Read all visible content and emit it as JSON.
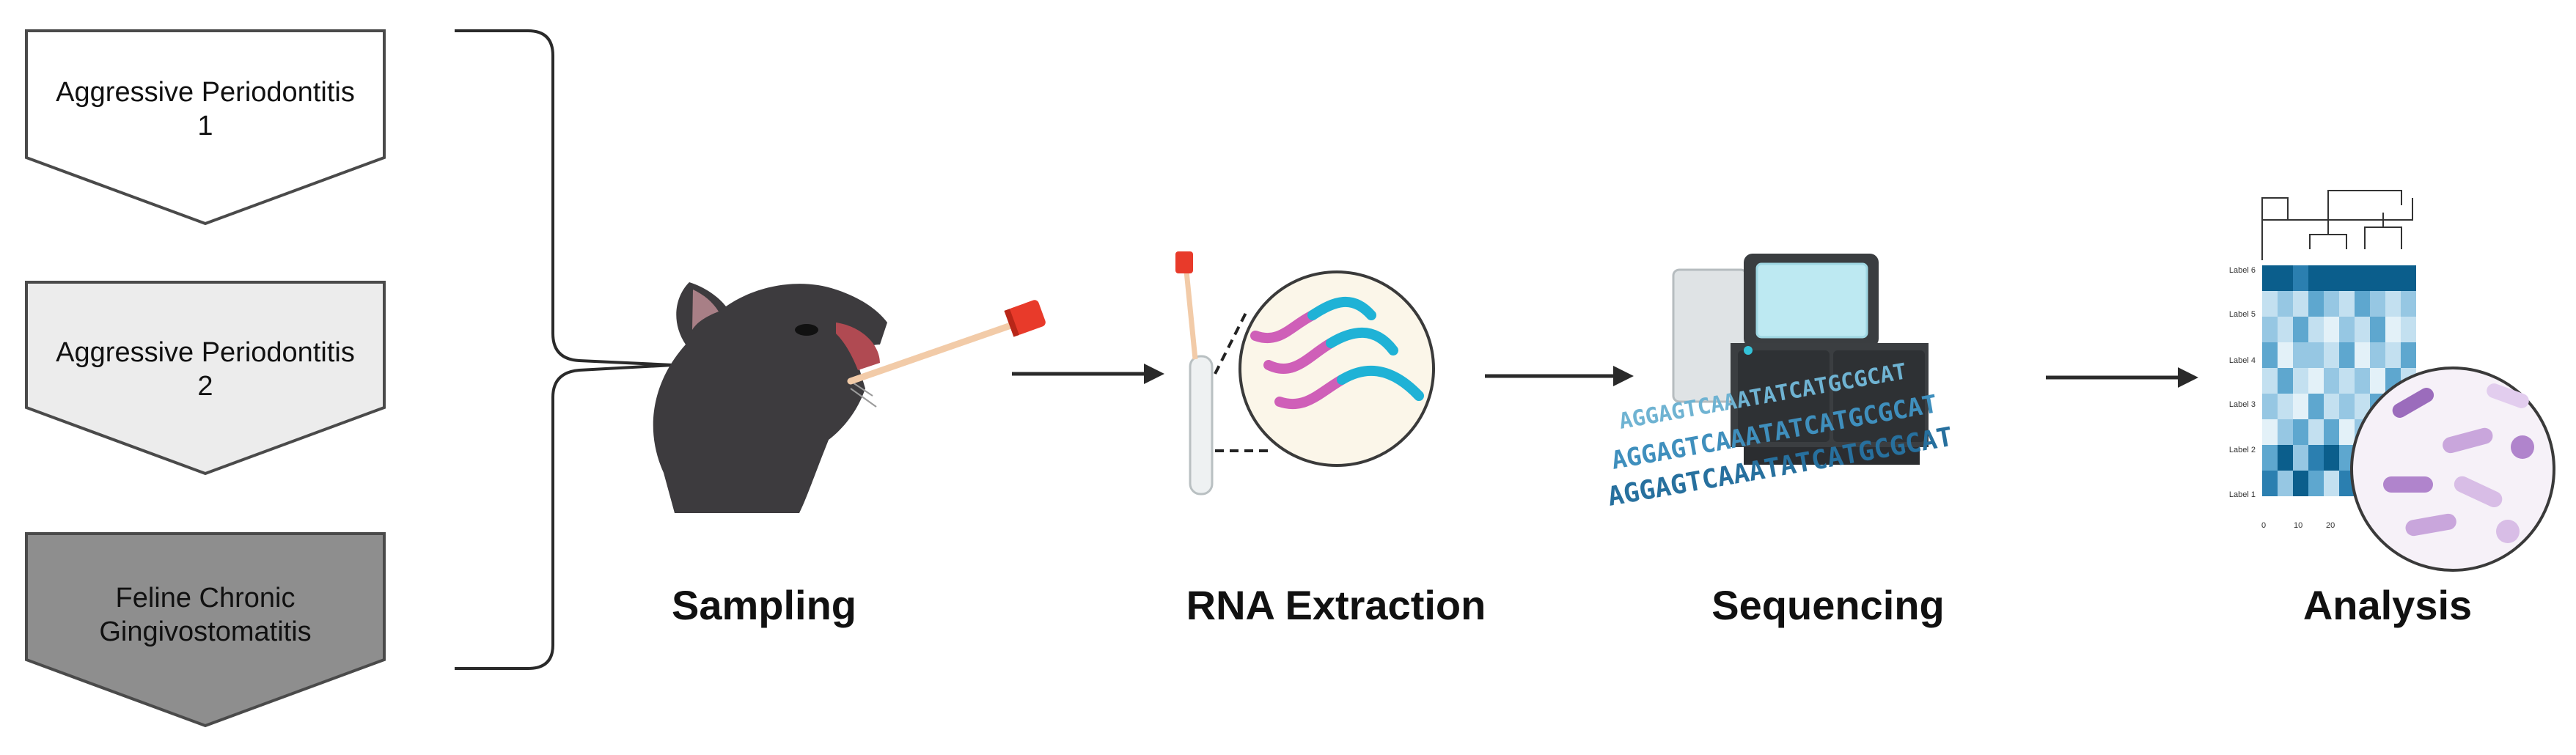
{
  "groups": [
    {
      "line1": "Aggressive Periodontitis",
      "line2": "1",
      "fill": "#ffffff"
    },
    {
      "line1": "Aggressive Periodontitis",
      "line2": "2",
      "fill": "#ececec"
    },
    {
      "line1": "Feline Chronic",
      "line2": "Gingivostomatitis",
      "fill": "#8e8e8e"
    }
  ],
  "steps": [
    {
      "label": "Sampling",
      "icon": "cat-swab-icon"
    },
    {
      "label": "RNA Extraction",
      "icon": "rna-tube-icon"
    },
    {
      "label": "Sequencing",
      "icon": "sequencer-icon"
    },
    {
      "label": "Analysis",
      "icon": "heatmap-microbes-icon"
    }
  ],
  "sequencing": {
    "dna_text": "AGGAGTCAAATATCATGCGCAT"
  },
  "analysis": {
    "row_labels": [
      "Label 6",
      "Label 5",
      "Label 4",
      "Label 3",
      "Label 2",
      "Label 1"
    ],
    "x_ticks": [
      "0",
      "10",
      "20"
    ]
  },
  "colors": {
    "stroke": "#4a4a4a",
    "rna_pink": "#cf5fb8",
    "rna_cyan": "#1fb2d6",
    "swab_cap": "#e83a2a",
    "heat_dark": "#0b5e8c",
    "heat_light": "#d6ecf6"
  }
}
